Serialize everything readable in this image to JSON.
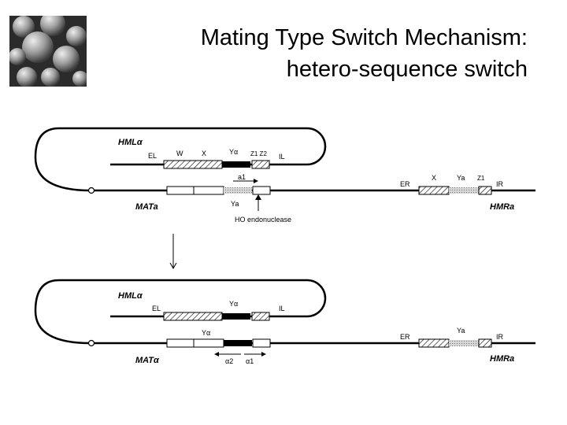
{
  "slide": {
    "title_line1": "Mating Type Switch Mechanism:",
    "title_line2": "hetero-sequence switch"
  },
  "top": {
    "hml_label": "HMLα",
    "mat_label": "MATa",
    "hmr_label": "HMRa",
    "el": "EL",
    "il": "IL",
    "w": "W",
    "x": "X",
    "ya_alpha": "Yα",
    "z1z2": "Z1 Z2",
    "a1": "a1",
    "ya": "Ya",
    "ho": "HO endonuclease",
    "er": "ER",
    "hmr_x": "X",
    "hmr_ya": "Ya",
    "hmr_z1": "Z1",
    "ir": "IR"
  },
  "bottom": {
    "hml_label": "HMLα",
    "mat_label": "MATα",
    "hmr_label": "HMRa",
    "el": "EL",
    "il": "IL",
    "ya_alpha_hml": "Yα",
    "ya_alpha_mat": "Yα",
    "alpha2": "α2",
    "alpha1": "α1",
    "er": "ER",
    "hmr_ya": "Ya",
    "ir": "IR"
  },
  "icons": {
    "photo": "yeast-cells-micrograph",
    "arrow": "down-arrow-icon"
  }
}
